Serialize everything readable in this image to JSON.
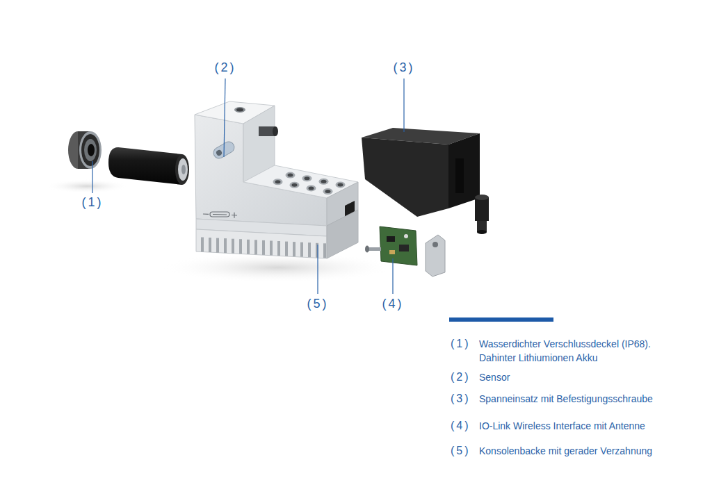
{
  "diagram": {
    "labels": [
      "(2)",
      "(3)",
      "(1)",
      "(5)",
      "(4)",
      "(1)",
      "Wasserdichter Verschlussdeckel (IP68). Dahinter Lithiumionen Akku",
      "(2)",
      "Sensor",
      "(3)",
      "Spanneinsatz mit Befestigungsschraube",
      "(4)",
      "IO-Link Wireless Interface mit Antenne",
      "(5)",
      "Konsolenbacke mit gerader Verzahnung"
    ]
  }
}
